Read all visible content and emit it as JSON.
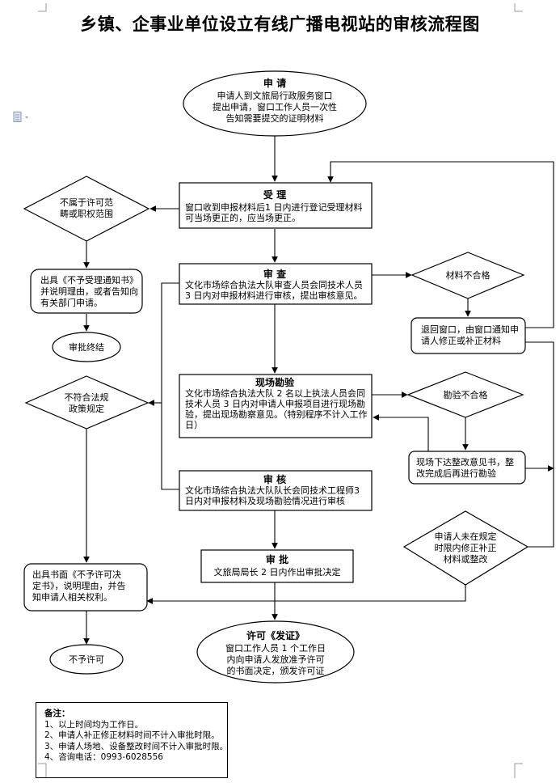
{
  "title": "乡镇、企事业单位设立有线广播电视站的审核流程图",
  "nodes": {
    "apply": {
      "title": "申 请",
      "lines": [
        "申请人到文旅局行政服务窗口",
        "提出申请，窗口工作人员一次性",
        "告知需要提交的证明材料"
      ]
    },
    "accept": {
      "title": "受 理",
      "lines": [
        "窗口收到申报材料后1 日内进行登记受理材料",
        "可当场更正的，应当场更正。"
      ]
    },
    "out_of_scope": {
      "lines": [
        "不属于许可范",
        "畴或职权范围"
      ]
    },
    "reject_notice": {
      "lines": [
        "出具《不予受理通知书》",
        "并说明理由，或者告知向",
        "有关部门申请。"
      ]
    },
    "end_review": {
      "lines": [
        "审批终结"
      ]
    },
    "review": {
      "title": "审 查",
      "lines": [
        "文化市场综合执法大队审查人员会同技术人员",
        "3 日内对申报材料进行审核，提出审核意见。"
      ]
    },
    "material_fail": {
      "lines": [
        "材料不合格"
      ]
    },
    "return_window": {
      "lines": [
        "退回窗口，由窗口通知申",
        "请人修正或补正材料"
      ]
    },
    "inspection": {
      "title": "现场勘验",
      "lines": [
        "文化市场综合执法大队 2 名以上执法人员会同",
        "技术人员 3 日内对申请人申报项目进行现场勘",
        "验，提出现场勘察意见。（特别程序不计入工作",
        "日）"
      ]
    },
    "inspection_fail": {
      "lines": [
        "勘验不合格"
      ]
    },
    "rectify": {
      "lines": [
        "现场下达整改意见书，整",
        "改完成后再进行勘验"
      ]
    },
    "not_legal": {
      "lines": [
        "不符合法规",
        "政策规定"
      ]
    },
    "verify": {
      "title": "审 核",
      "lines": [
        "文化市场综合执法大队队长会同技术工程师3",
        "日内对申报材料及现场勘验情况进行审核"
      ]
    },
    "not_fixed": {
      "lines": [
        "申请人未在规定",
        "时限内修正补正",
        "材料或整改"
      ]
    },
    "approve": {
      "title": "审 批",
      "lines": [
        "文旅局局长 2 日内作出审批决定"
      ]
    },
    "deny_decision": {
      "lines": [
        "出具书面《不予许可决",
        "定书》，说明理由，并告",
        "知申请人相关权利。"
      ]
    },
    "deny": {
      "lines": [
        "不予许可"
      ]
    },
    "permit": {
      "title": "许可《发证》",
      "lines": [
        "窗口工作人员 1 个工作日",
        "内向申请人发放准予许可",
        "的书面决定，颁发许可证"
      ]
    }
  },
  "notes": {
    "title": "备注：",
    "items": [
      "1、以上时间均为工作日。",
      "2、申请人补正修正材料时间不计入审批时限。",
      "3、申请人场地、设备整改时间不计入审批时限。",
      "4、咨询电话：0993-6028556"
    ]
  }
}
